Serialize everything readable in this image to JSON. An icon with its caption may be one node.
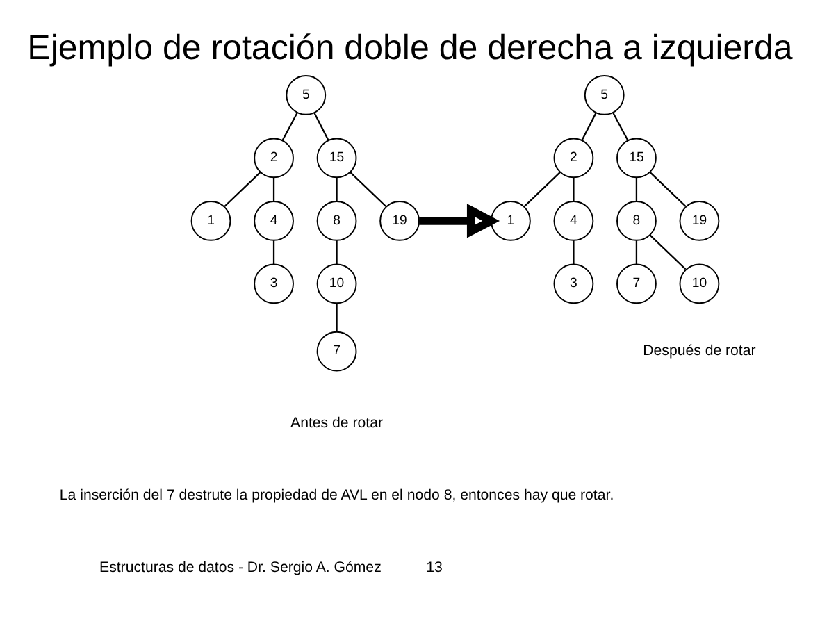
{
  "diagram": {
    "title": "Ejemplo de rotación doble de derecha a izquierda",
    "nodes": [
      {
        "text": [
          "5"
        ]
      },
      {
        "text": [
          "2"
        ]
      },
      {
        "text": [
          "15"
        ]
      },
      {
        "text": [
          "1"
        ]
      },
      {
        "text": [
          "4"
        ]
      },
      {
        "text": [
          "8"
        ]
      },
      {
        "text": [
          "19"
        ]
      },
      {
        "text": [
          "3"
        ]
      },
      {
        "text": [
          "10"
        ]
      },
      {
        "text": [
          "7"
        ]
      },
      {
        "text": [
          "5"
        ]
      },
      {
        "text": [
          "2"
        ]
      },
      {
        "text": [
          "15"
        ]
      },
      {
        "text": [
          "1"
        ]
      },
      {
        "text": [
          "4"
        ]
      },
      {
        "text": [
          "8"
        ]
      },
      {
        "text": [
          "19"
        ]
      },
      {
        "text": [
          "3"
        ]
      },
      {
        "text": [
          "7"
        ]
      },
      {
        "text": [
          "10"
        ]
      }
    ],
    "edges": [
      {
        "from": 0,
        "to": 1,
        "arrow": "none"
      },
      {
        "from": 0,
        "to": 2,
        "arrow": "none"
      },
      {
        "from": 1,
        "to": 3,
        "arrow": "none"
      },
      {
        "from": 1,
        "to": 4,
        "arrow": "none"
      },
      {
        "from": 4,
        "to": 7,
        "arrow": "none"
      },
      {
        "from": 2,
        "to": 5,
        "arrow": "none"
      },
      {
        "from": 2,
        "to": 6,
        "arrow": "none"
      },
      {
        "from": 5,
        "to": 8,
        "arrow": "none"
      },
      {
        "from": 8,
        "to": 9,
        "arrow": "none"
      },
      {
        "from": 6,
        "to": 13,
        "arrow": "to",
        "style": "thick"
      },
      {
        "from": 10,
        "to": 11,
        "arrow": "none"
      },
      {
        "from": 10,
        "to": 12,
        "arrow": "none"
      },
      {
        "from": 11,
        "to": 13,
        "arrow": "none"
      },
      {
        "from": 11,
        "to": 14,
        "arrow": "none"
      },
      {
        "from": 14,
        "to": 17,
        "arrow": "none"
      },
      {
        "from": 12,
        "to": 15,
        "arrow": "none"
      },
      {
        "from": 12,
        "to": 16,
        "arrow": "none"
      },
      {
        "from": 15,
        "to": 18,
        "arrow": "none"
      },
      {
        "from": 15,
        "to": 19,
        "arrow": "none"
      }
    ],
    "labels": [
      "Después de rotar",
      "Antes de rotar",
      "La inserción del 7 destrute la propiedad de AVL en el nodo 8, entonces hay que rotar.",
      "Estructuras de datos - Dr. Sergio A. Gómez",
      "13"
    ]
  }
}
